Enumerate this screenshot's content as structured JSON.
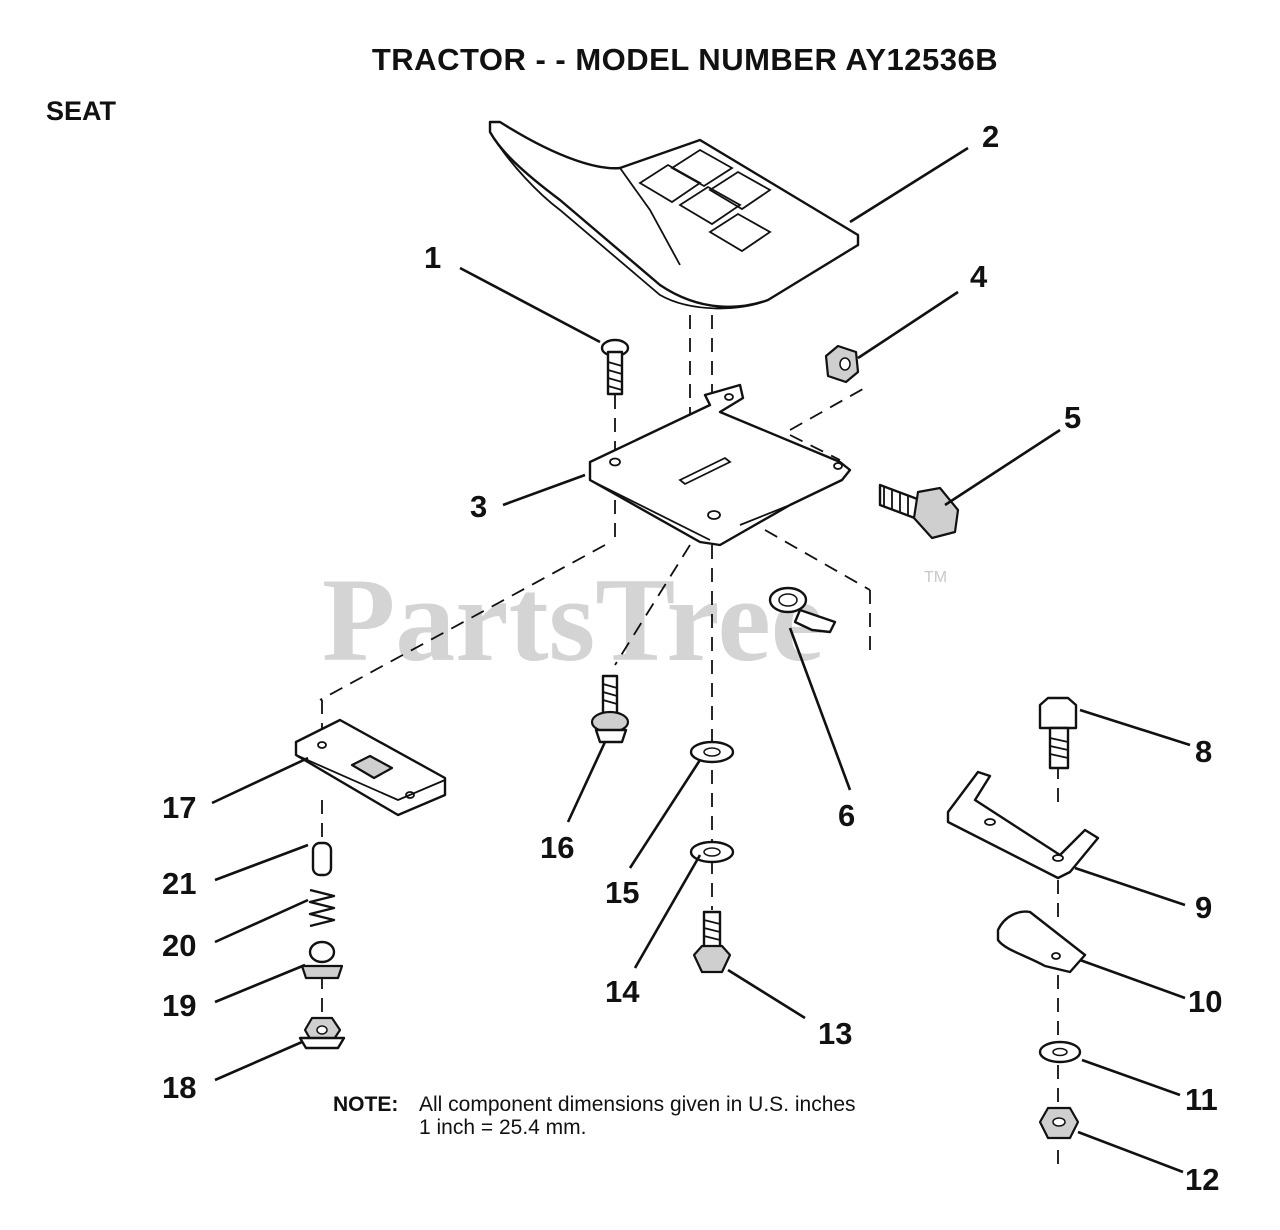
{
  "title": "TRACTOR - - MODEL NUMBER AY12536B",
  "section": "SEAT",
  "watermark": "PartsTree",
  "watermark_mark": "TM",
  "note": {
    "label": "NOTE:",
    "line1": "All component dimensions given in U.S. inches",
    "line2": "1 inch = 25.4 mm."
  },
  "callouts": [
    "1",
    "2",
    "3",
    "4",
    "5",
    "6",
    "8",
    "9",
    "10",
    "11",
    "12",
    "13",
    "14",
    "15",
    "16",
    "17",
    "18",
    "19",
    "20",
    "21"
  ]
}
